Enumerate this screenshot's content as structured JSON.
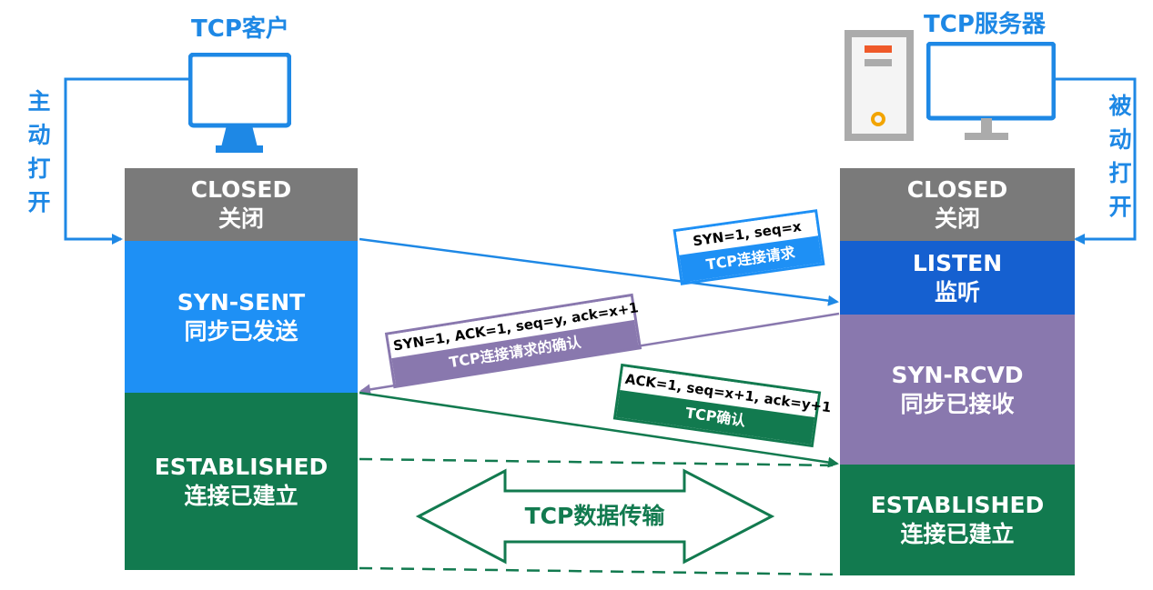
{
  "client": {
    "title": "TCP客户",
    "side_label": "主动打开",
    "states": [
      {
        "en": "CLOSED",
        "zh": "关闭",
        "color": "#7a7a7a"
      },
      {
        "en": "SYN-SENT",
        "zh": "同步已发送",
        "color": "#1e90f5"
      },
      {
        "en": "ESTABLISHED",
        "zh": "连接已建立",
        "color": "#127a4f"
      }
    ]
  },
  "server": {
    "title": "TCP服务器",
    "side_label": "被动打开",
    "states": [
      {
        "en": "CLOSED",
        "zh": "关闭",
        "color": "#7a7a7a"
      },
      {
        "en": "LISTEN",
        "zh": "监听",
        "color": "#1560d0"
      },
      {
        "en": "SYN-RCVD",
        "zh": "同步已接收",
        "color": "#8978ae"
      },
      {
        "en": "ESTABLISHED",
        "zh": "连接已建立",
        "color": "#127a4f"
      }
    ]
  },
  "messages": [
    {
      "fields": "SYN=1, seq=x",
      "desc": "TCP连接请求",
      "color": "#1e90f5"
    },
    {
      "fields": "SYN=1,  ACK=1,  seq=y, ack=x+1",
      "desc": "TCP连接请求的确认",
      "color": "#8978ae"
    },
    {
      "fields": "ACK=1,  seq=x+1, ack=y+1",
      "desc": "TCP确认",
      "color": "#127a4f"
    }
  ],
  "transfer_label": "TCP数据传输",
  "colors": {
    "accent": "#1e88e5",
    "transfer": "#127a4f"
  },
  "icons": {
    "client": "monitor-icon",
    "server": "server-tower-icon"
  }
}
